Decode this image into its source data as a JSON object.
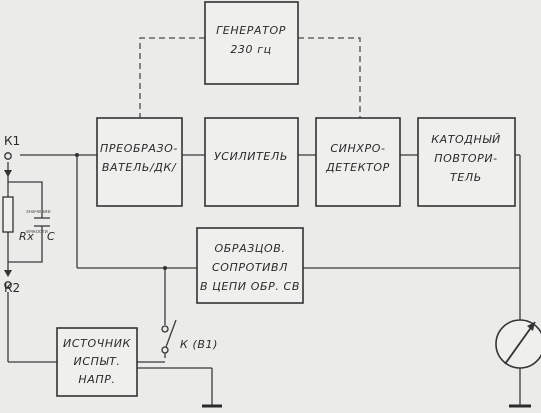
{
  "blocks": {
    "generator": [
      "ГЕНЕРАТОР",
      "230 гц"
    ],
    "converter": [
      "ПРЕОБРАЗО-",
      "ВАТЕЛЬ/ДК/"
    ],
    "amplifier": [
      "УСИЛИТЕЛЬ"
    ],
    "sync_detector": [
      "СИНХРО-",
      "ДЕТЕКТОР"
    ],
    "cathode_follower": [
      "КАТОДНЫЙ",
      "ПОВТОРИ-",
      "ТЕЛЬ"
    ],
    "reference_resistances": [
      "ОБРАЗЦОВ.",
      "СОПРОТИВЛ",
      "В ЦЕПИ ОБР. СВ"
    ],
    "test_voltage_source": [
      "ИСТОЧНИК",
      "ИСПЫТ.",
      "НАПР."
    ]
  },
  "labels": {
    "terminal_k1": "К1",
    "terminal_k2": "К2",
    "resistor_rx": "Rx",
    "capacitor_c": "С",
    "switch_k": "К (В1)",
    "small_note_1": "значение",
    "small_note_2": "емкости"
  }
}
